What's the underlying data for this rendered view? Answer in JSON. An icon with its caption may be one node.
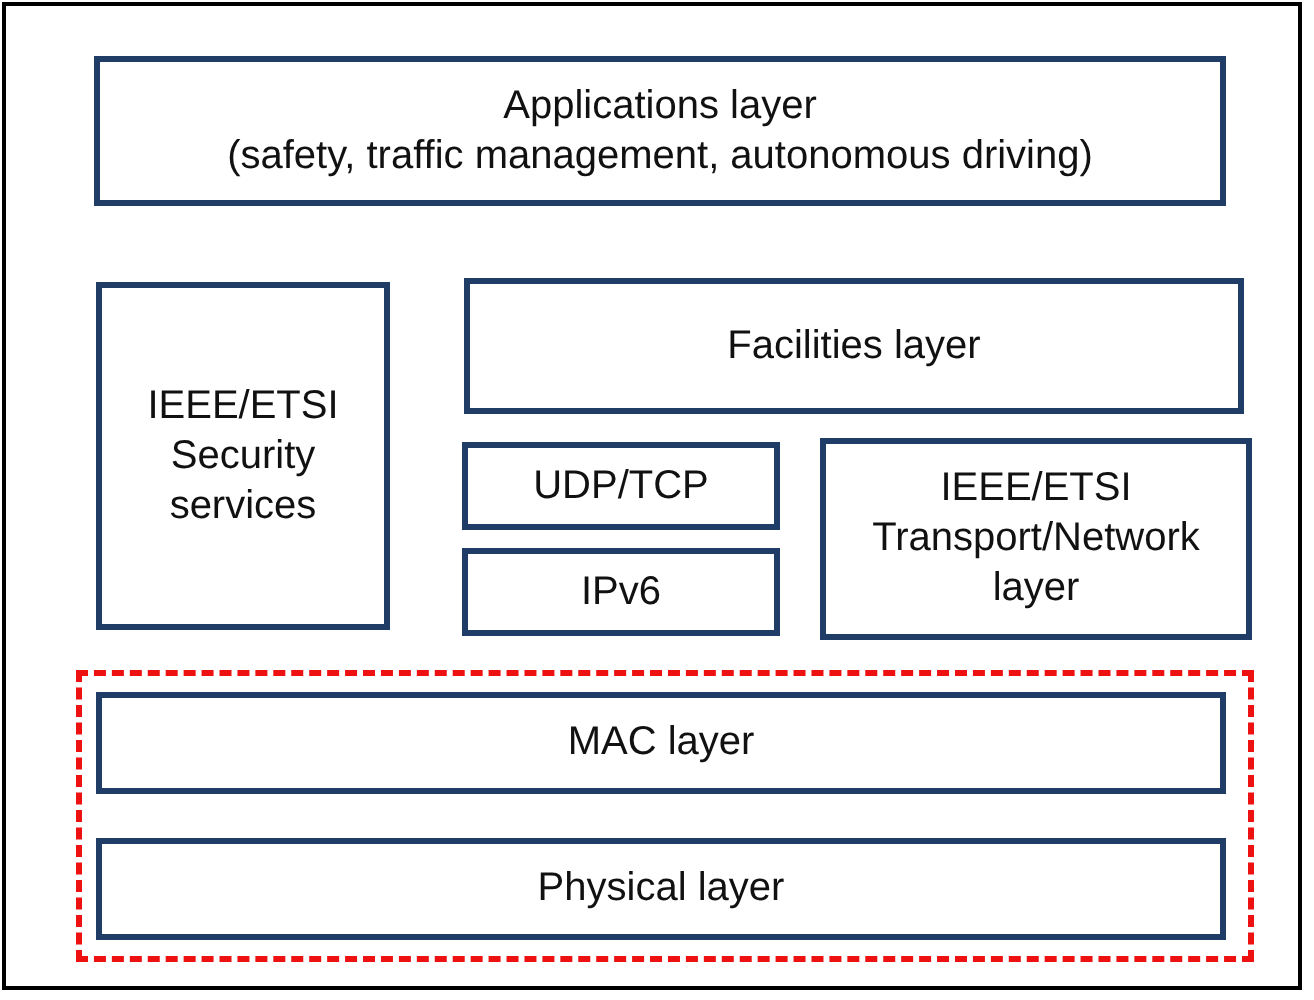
{
  "diagram": {
    "nodes": [
      {
        "text": [
          "Applications layer",
          "(safety, traffic management, autonomous driving)"
        ]
      },
      {
        "text": [
          "IEEE/ETSI Security services"
        ]
      },
      {
        "text": [
          "Facilities layer"
        ]
      },
      {
        "text": [
          "UDP/TCP"
        ]
      },
      {
        "text": [
          "IEEE/ETSI Transport/Network layer"
        ]
      },
      {
        "text": [
          "IPv6"
        ]
      },
      {
        "text": [],
        "shape": "box"
      },
      {
        "text": [
          "MAC layer"
        ],
        "in": 6
      },
      {
        "text": [
          "Physical layer"
        ],
        "in": 6
      }
    ]
  }
}
